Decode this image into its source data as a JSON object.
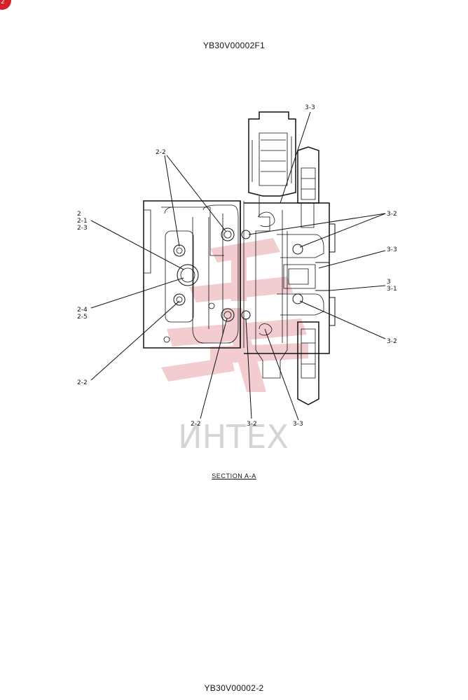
{
  "document": {
    "header_code": "YB30V00002F1",
    "footer_code": "YB30V00002-2",
    "section_title": "SECTION  A-A",
    "watermark_text": "ИНТЕХ",
    "corner_badge": "2"
  },
  "callouts": {
    "left_top": "2-2",
    "left_group": [
      "2",
      "2-1",
      "2-3"
    ],
    "left_mid": [
      "2-4",
      "2-5"
    ],
    "left_low": "2-2",
    "bottom_left": "2-2",
    "bottom_mid": "3-2",
    "bottom_right": "3-3",
    "top_right": "3-3",
    "right_upper": "3-2",
    "right_mid": "3-3",
    "right_group": [
      "3",
      "3-1"
    ],
    "right_low": "3-2"
  },
  "colors": {
    "line": "#111111",
    "watermark": "#e8a3a8",
    "watermark_text": "#c8c8c8",
    "badge": "#d8202a"
  }
}
